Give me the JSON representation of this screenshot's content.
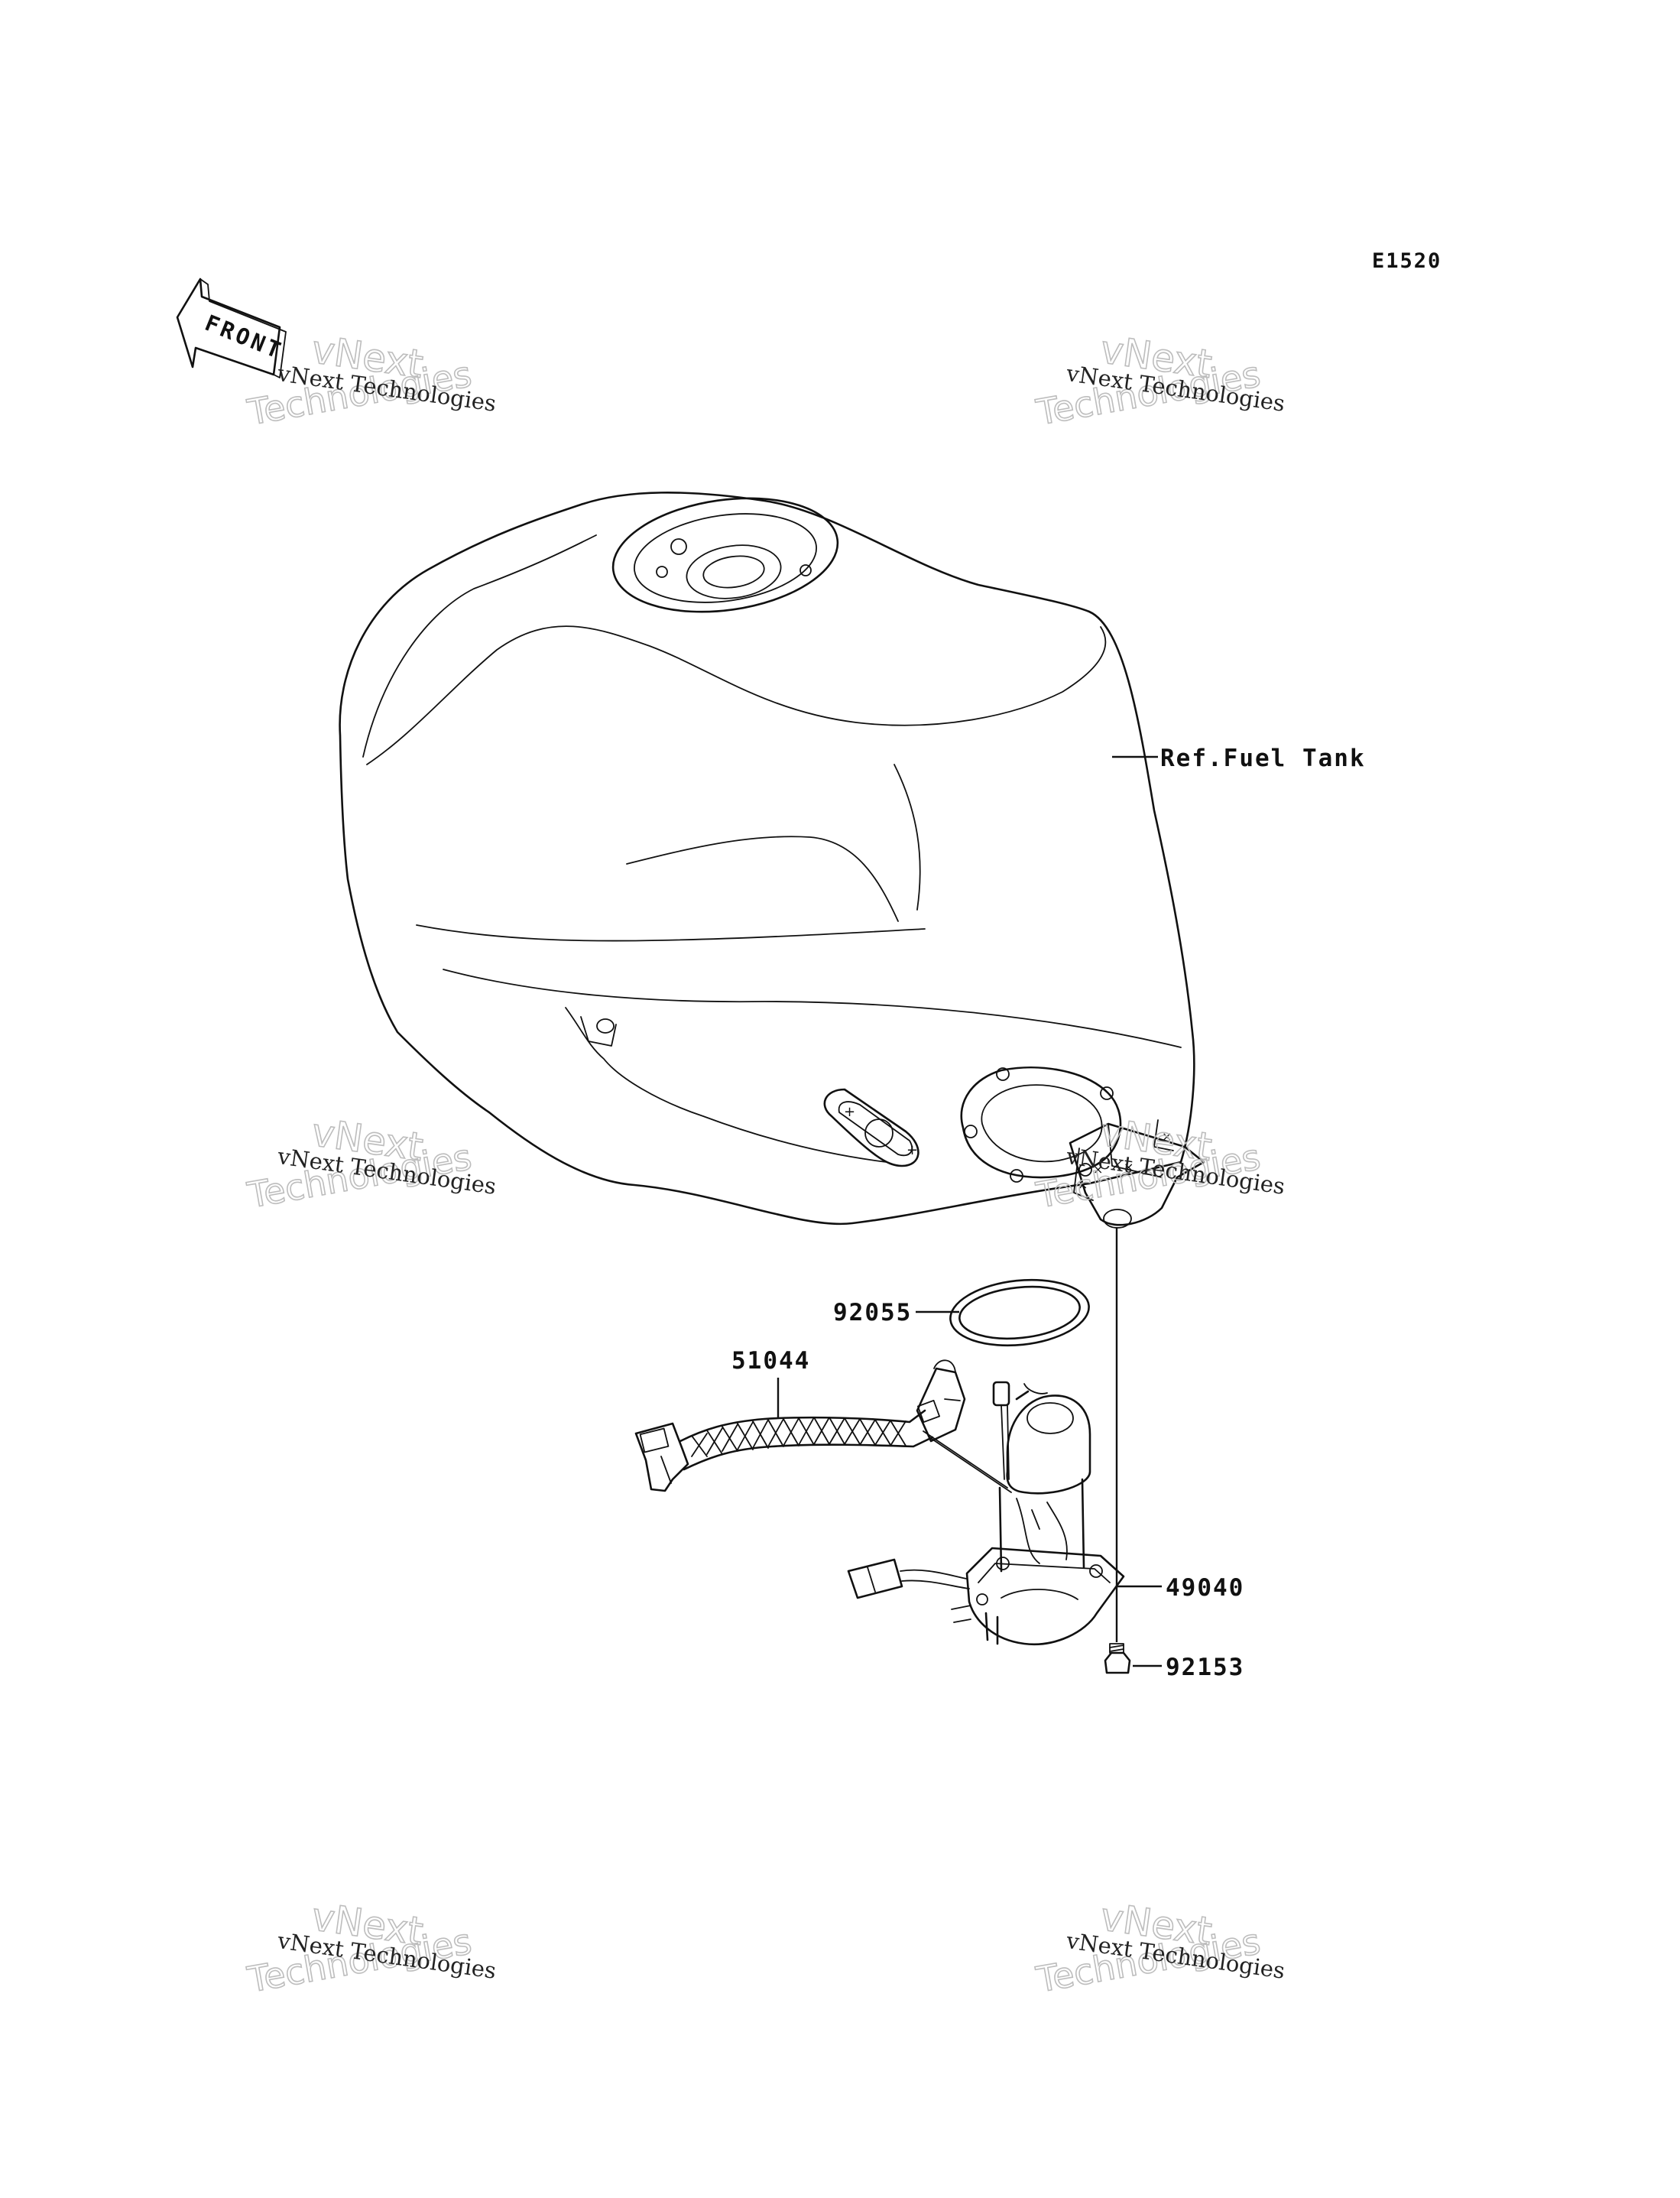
{
  "diagram": {
    "code": "E1520",
    "front_label": "FRONT",
    "ref_label": "Ref.Fuel Tank",
    "parts": [
      {
        "number": "92055"
      },
      {
        "number": "51044"
      },
      {
        "number": "49040"
      },
      {
        "number": "92153"
      }
    ]
  },
  "watermark": {
    "line1": "vNext Technologies",
    "line2": "vNext",
    "line3": "Technologies"
  }
}
